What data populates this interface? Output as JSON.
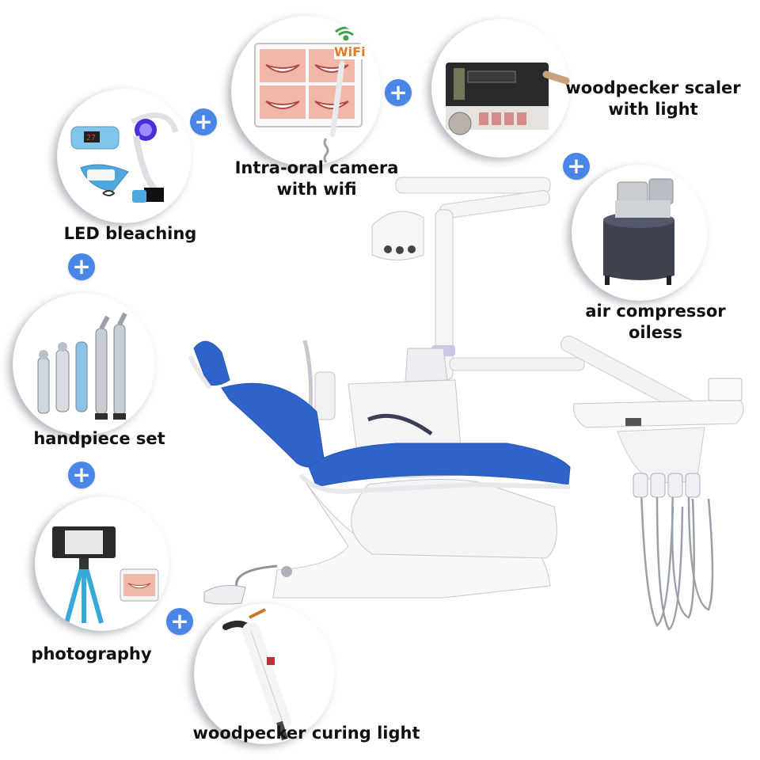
{
  "labels": {
    "camera_line1": "Intra-oral camera",
    "camera_line2": "with wifi",
    "camera_badge": "WiFi",
    "scaler_line1": "woodpecker scaler",
    "scaler_line2": "with light",
    "bleaching": "LED bleaching",
    "compressor_line1": "air compressor",
    "compressor_line2": "oiless",
    "handpiece": "handpiece set",
    "photography": "photography",
    "curing": "woodpecker curing light"
  },
  "plus_symbol": "+",
  "colors": {
    "plus_blue": "#4a86e8",
    "upholstery_blue": "#2f63c9",
    "tripod_cyan": "#36a9d8",
    "label_text": "#111111"
  },
  "icons": {
    "plus": "plus-icon",
    "wifi": "wifi-icon"
  }
}
